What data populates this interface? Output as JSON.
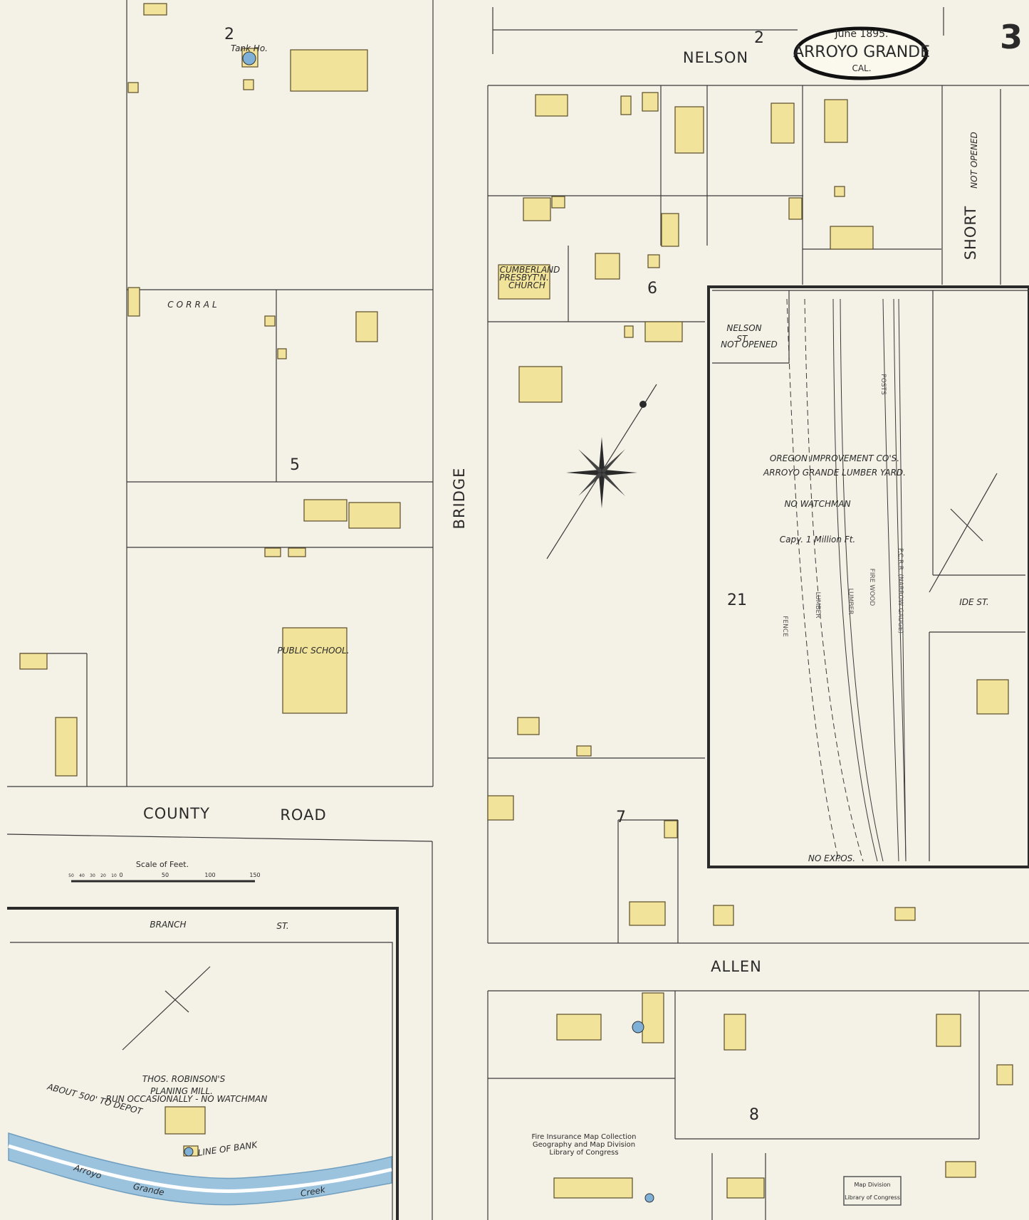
{
  "title": {
    "date": "June 1895.",
    "place": "ARROYO GRANDE",
    "state": "CAL."
  },
  "sheet_number": "3",
  "streets": {
    "nelson": "NELSON",
    "bridge": "BRIDGE",
    "short": "SHORT",
    "short_note": "NOT OPENED",
    "county_road_1": "COUNTY",
    "county_road_2": "ROAD",
    "allen": "ALLEN",
    "branch": "BRANCH",
    "branch_st": "ST.",
    "ide": "IDE  ST.",
    "nelson_st": "NELSON",
    "nelson_st_2": "ST.",
    "nelson_st_note": "NOT OPENED"
  },
  "blocks": {
    "b2_left": "2",
    "b2_right": "2",
    "b5": "5",
    "b6": "6",
    "b7": "7",
    "b8": "8",
    "b21": "21"
  },
  "labels": {
    "church_1": "CUMBERLAND",
    "church_2": "PRESBYT'N.",
    "church_3": "CHURCH",
    "school": "PUBLIC SCHOOL.",
    "corral": "CORRAL",
    "tank_ho": "Tank Ho.",
    "lumber_1": "OREGON IMPROVEMENT CO'S.",
    "lumber_2": "ARROYO GRANDE LUMBER YARD.",
    "lumber_3": "NO WATCHMAN",
    "lumber_4": "Capy. 1 Million Ft.",
    "lumber_5": "NO EXPOS.",
    "mill_1": "THOS. ROBINSON'S",
    "mill_2": "PLANING MILL.",
    "mill_3": "RUN OCCASIONALLY - NO WATCHMAN",
    "creek_1": "Arroyo",
    "creek_2": "Grande",
    "creek_3": "Creek",
    "depot_note": "ABOUT 500' TO DEPOT",
    "bank_note": "LINE OF BANK",
    "scale_title": "Scale of Feet.",
    "stamp_1": "Fire Insurance Map Collection",
    "stamp_2": "Geography and Map Division",
    "stamp_3": "Library of Congress",
    "stamp_box_1": "Map Division",
    "stamp_box_2": "Library of Congress",
    "lumber_col_1": "FENCE",
    "lumber_col_2": "LUMBER",
    "lumber_col_3": "LUMBER",
    "lumber_col_4": "FIRE WOOD",
    "lumber_col_5": "P.C.R.R. (NARROW GAUGE)",
    "lumber_col_6": "POSTS"
  },
  "scale": {
    "ticks": [
      "50",
      "40",
      "30",
      "20",
      "10",
      "0",
      "50",
      "100",
      "150"
    ]
  },
  "colors": {
    "paper": "#f4f1e6",
    "frame": "#f2e39a",
    "water": "#9cc3de",
    "ink": "#2a2a2a",
    "stamp": "#b03a4a"
  }
}
